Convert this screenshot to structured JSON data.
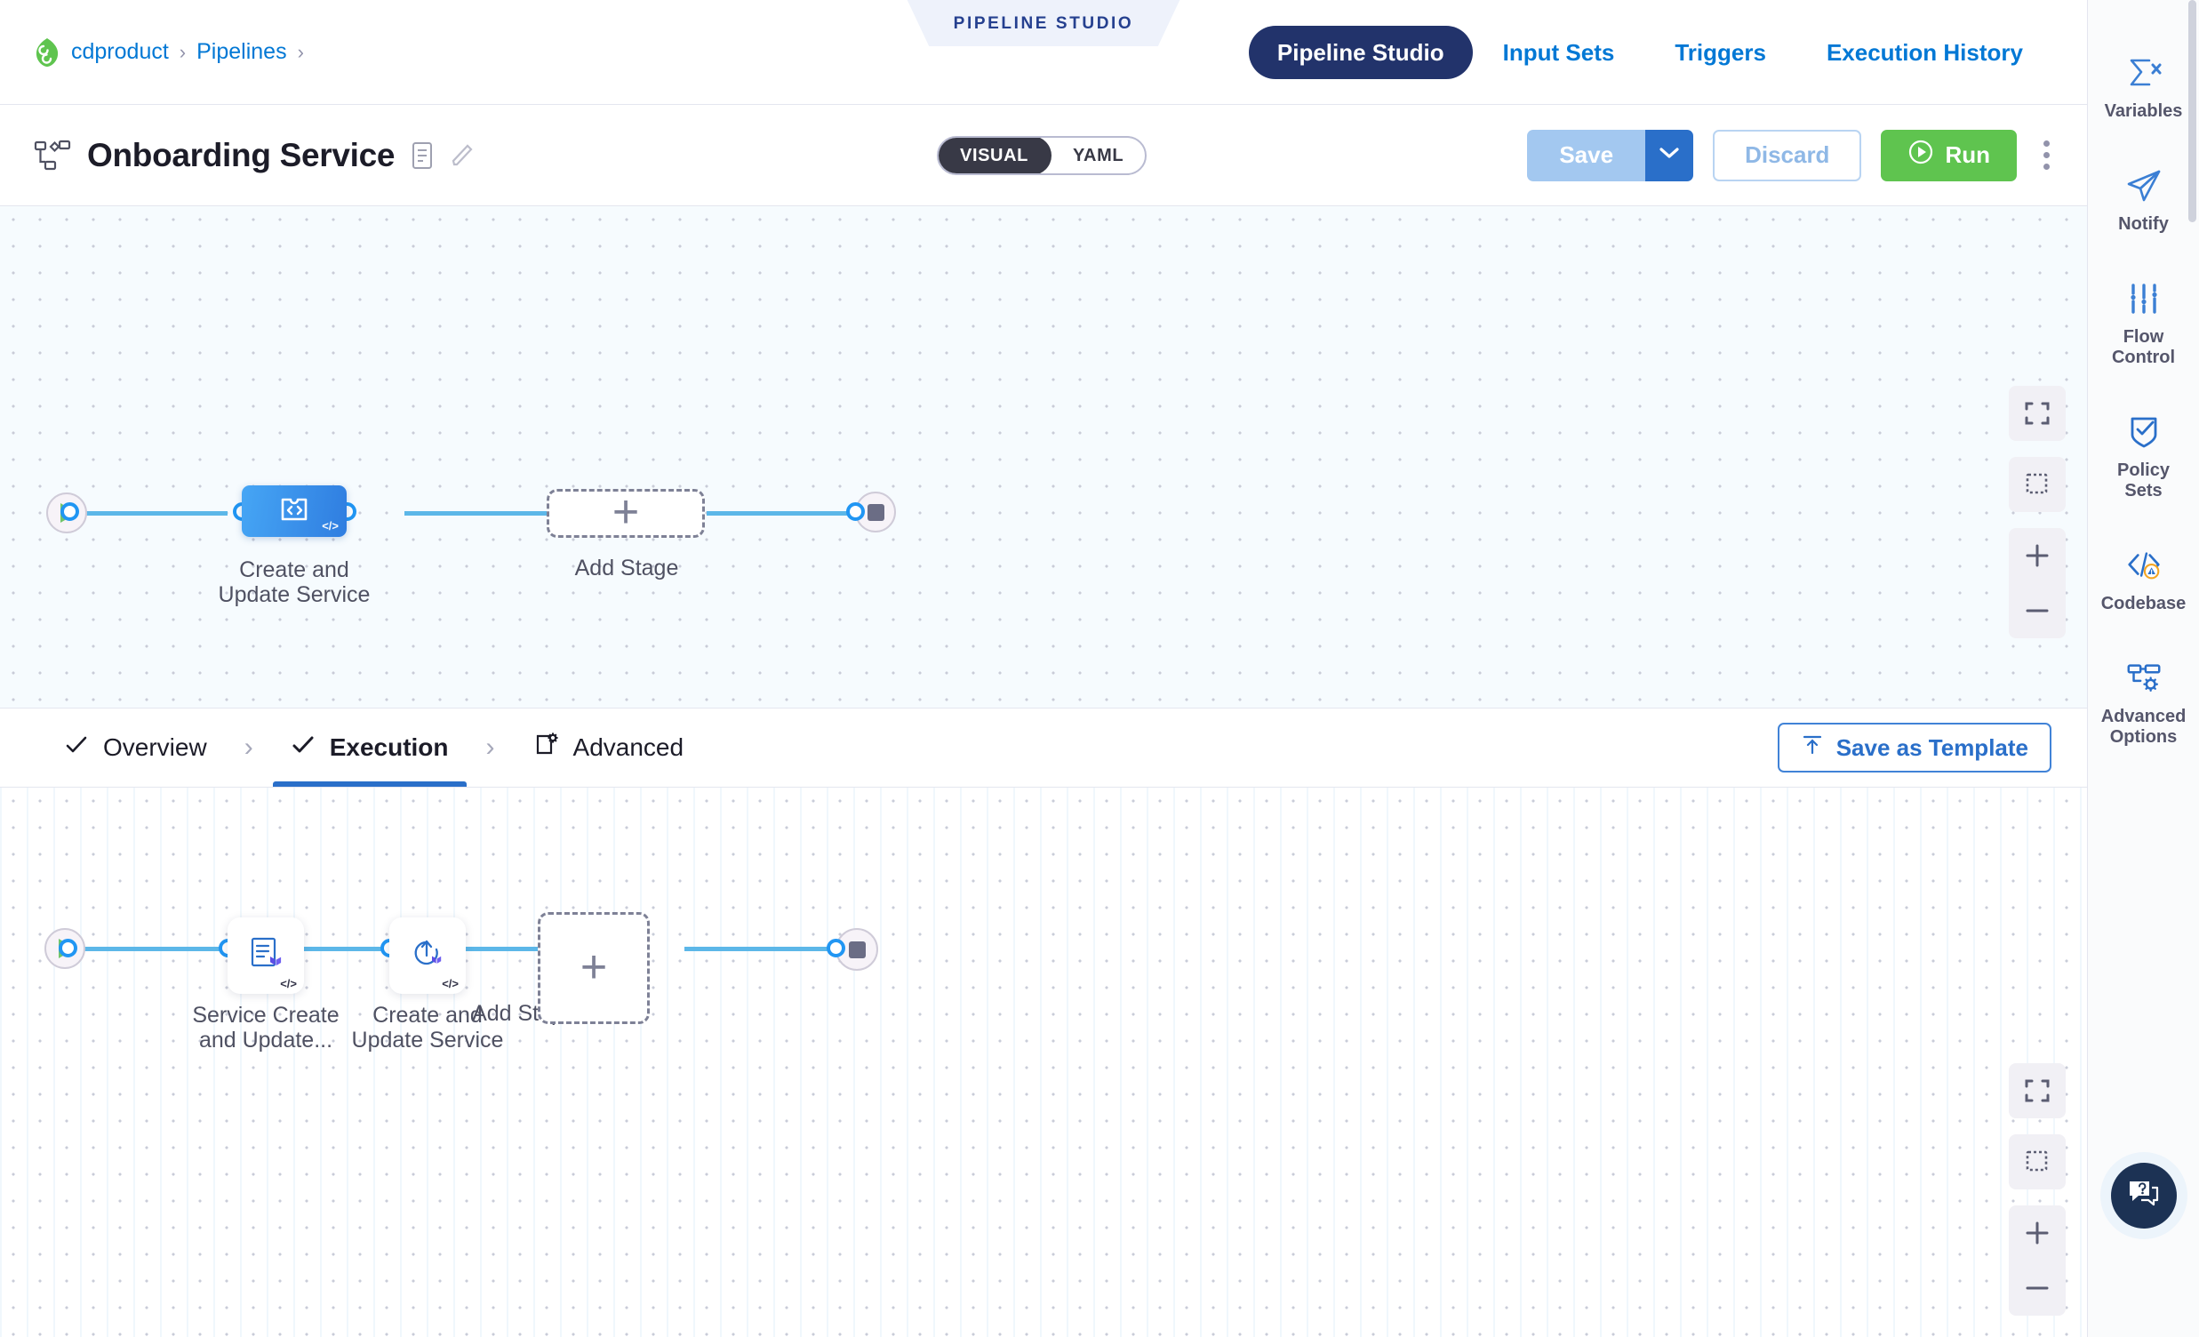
{
  "breadcrumb": {
    "logo_icon": "harness-leaf-logo",
    "items": [
      {
        "label": "cdproduct",
        "sep": "›"
      },
      {
        "label": "Pipelines",
        "sep": "›"
      }
    ]
  },
  "studio_chip": {
    "label": "PIPELINE STUDIO"
  },
  "top_nav": {
    "tabs": [
      {
        "label": "Pipeline Studio",
        "active": true
      },
      {
        "label": "Input Sets",
        "active": false
      },
      {
        "label": "Triggers",
        "active": false
      },
      {
        "label": "Execution History",
        "active": false
      }
    ]
  },
  "title_row": {
    "pipeline_icon": "pipeline-nodes-icon",
    "title": "Onboarding Service",
    "description_icon": "description-icon",
    "edit_icon": "pencil-edit-icon",
    "view_toggle": {
      "visual": "VISUAL",
      "yaml": "YAML",
      "selected": "VISUAL"
    },
    "save_label": "Save",
    "save_caret_icon": "chevron-down-icon",
    "discard_label": "Discard",
    "run_label": "Run",
    "run_icon": "play-circle-icon",
    "more_icon": "kebab-menu-icon"
  },
  "stage_canvas": {
    "start_icon": "play-start-node",
    "end_icon": "stop-end-node",
    "stage": {
      "name": "Create and\nUpdate Service",
      "name_line1": "Create and",
      "name_line2": "Update Service",
      "icon": "template-code-icon",
      "code_badge": "</>"
    },
    "add_stage_label": "Add Stage",
    "add_icon": "plus-icon",
    "controls": [
      {
        "icon": "fit-to-screen-icon",
        "name": "zoom-to-fit"
      },
      {
        "icon": "selection-box-icon",
        "name": "box-select"
      },
      {
        "icon": "plus-icon",
        "name": "zoom-in"
      },
      {
        "icon": "minus-icon",
        "name": "zoom-out"
      }
    ]
  },
  "step_tabs": {
    "tabs": [
      {
        "label": "Overview",
        "icon": "check-icon",
        "active": false
      },
      {
        "label": "Execution",
        "icon": "check-icon",
        "active": true
      },
      {
        "label": "Advanced",
        "icon": "advanced-gear-page-icon",
        "active": false
      }
    ],
    "separator": "›",
    "save_as_template_label": "Save as Template",
    "save_as_template_icon": "template-upload-icon"
  },
  "exec_canvas": {
    "start_icon": "play-start-node",
    "end_icon": "stop-end-node",
    "steps": [
      {
        "name_line1": "Service Create",
        "name_line2": "and Update...",
        "icon": "terraform-plan-icon",
        "code_badge": "</>"
      },
      {
        "name_line1": "Create and",
        "name_line2": "Update Service",
        "icon": "terraform-apply-icon",
        "code_badge": "</>"
      }
    ],
    "add_step_label": "Add Step",
    "add_icon": "plus-icon",
    "controls": [
      {
        "icon": "fit-to-screen-icon",
        "name": "zoom-to-fit"
      },
      {
        "icon": "selection-box-icon",
        "name": "box-select"
      },
      {
        "icon": "plus-icon",
        "name": "zoom-in"
      },
      {
        "icon": "minus-icon",
        "name": "zoom-out"
      }
    ]
  },
  "right_rail": {
    "items": [
      {
        "label": "Variables",
        "icon": "sigma-variables-icon"
      },
      {
        "label": "Notify",
        "icon": "paper-plane-notify-icon"
      },
      {
        "label": "Flow\nControl",
        "label_line1": "Flow",
        "label_line2": "Control",
        "icon": "sliders-flow-control-icon"
      },
      {
        "label": "Policy\nSets",
        "label_line1": "Policy",
        "label_line2": "Sets",
        "icon": "shield-check-policy-icon"
      },
      {
        "label": "Codebase",
        "icon": "code-brackets-warning-icon",
        "badge": "warning"
      },
      {
        "label": "Advanced\nOptions",
        "label_line1": "Advanced",
        "label_line2": "Options",
        "icon": "advanced-options-gear-icon"
      }
    ],
    "help_button_icon": "help-chat-icon"
  },
  "colors": {
    "accent_blue": "#0278d5",
    "nav_active": "#22336b",
    "run_green": "#5fc44f",
    "save_disabled": "#a3c8f0",
    "edge_blue": "#5cb7e8",
    "stage_blue": "#2f7de0",
    "terraform_purple": "#5c4ee5",
    "warning_orange": "#f5a623"
  }
}
